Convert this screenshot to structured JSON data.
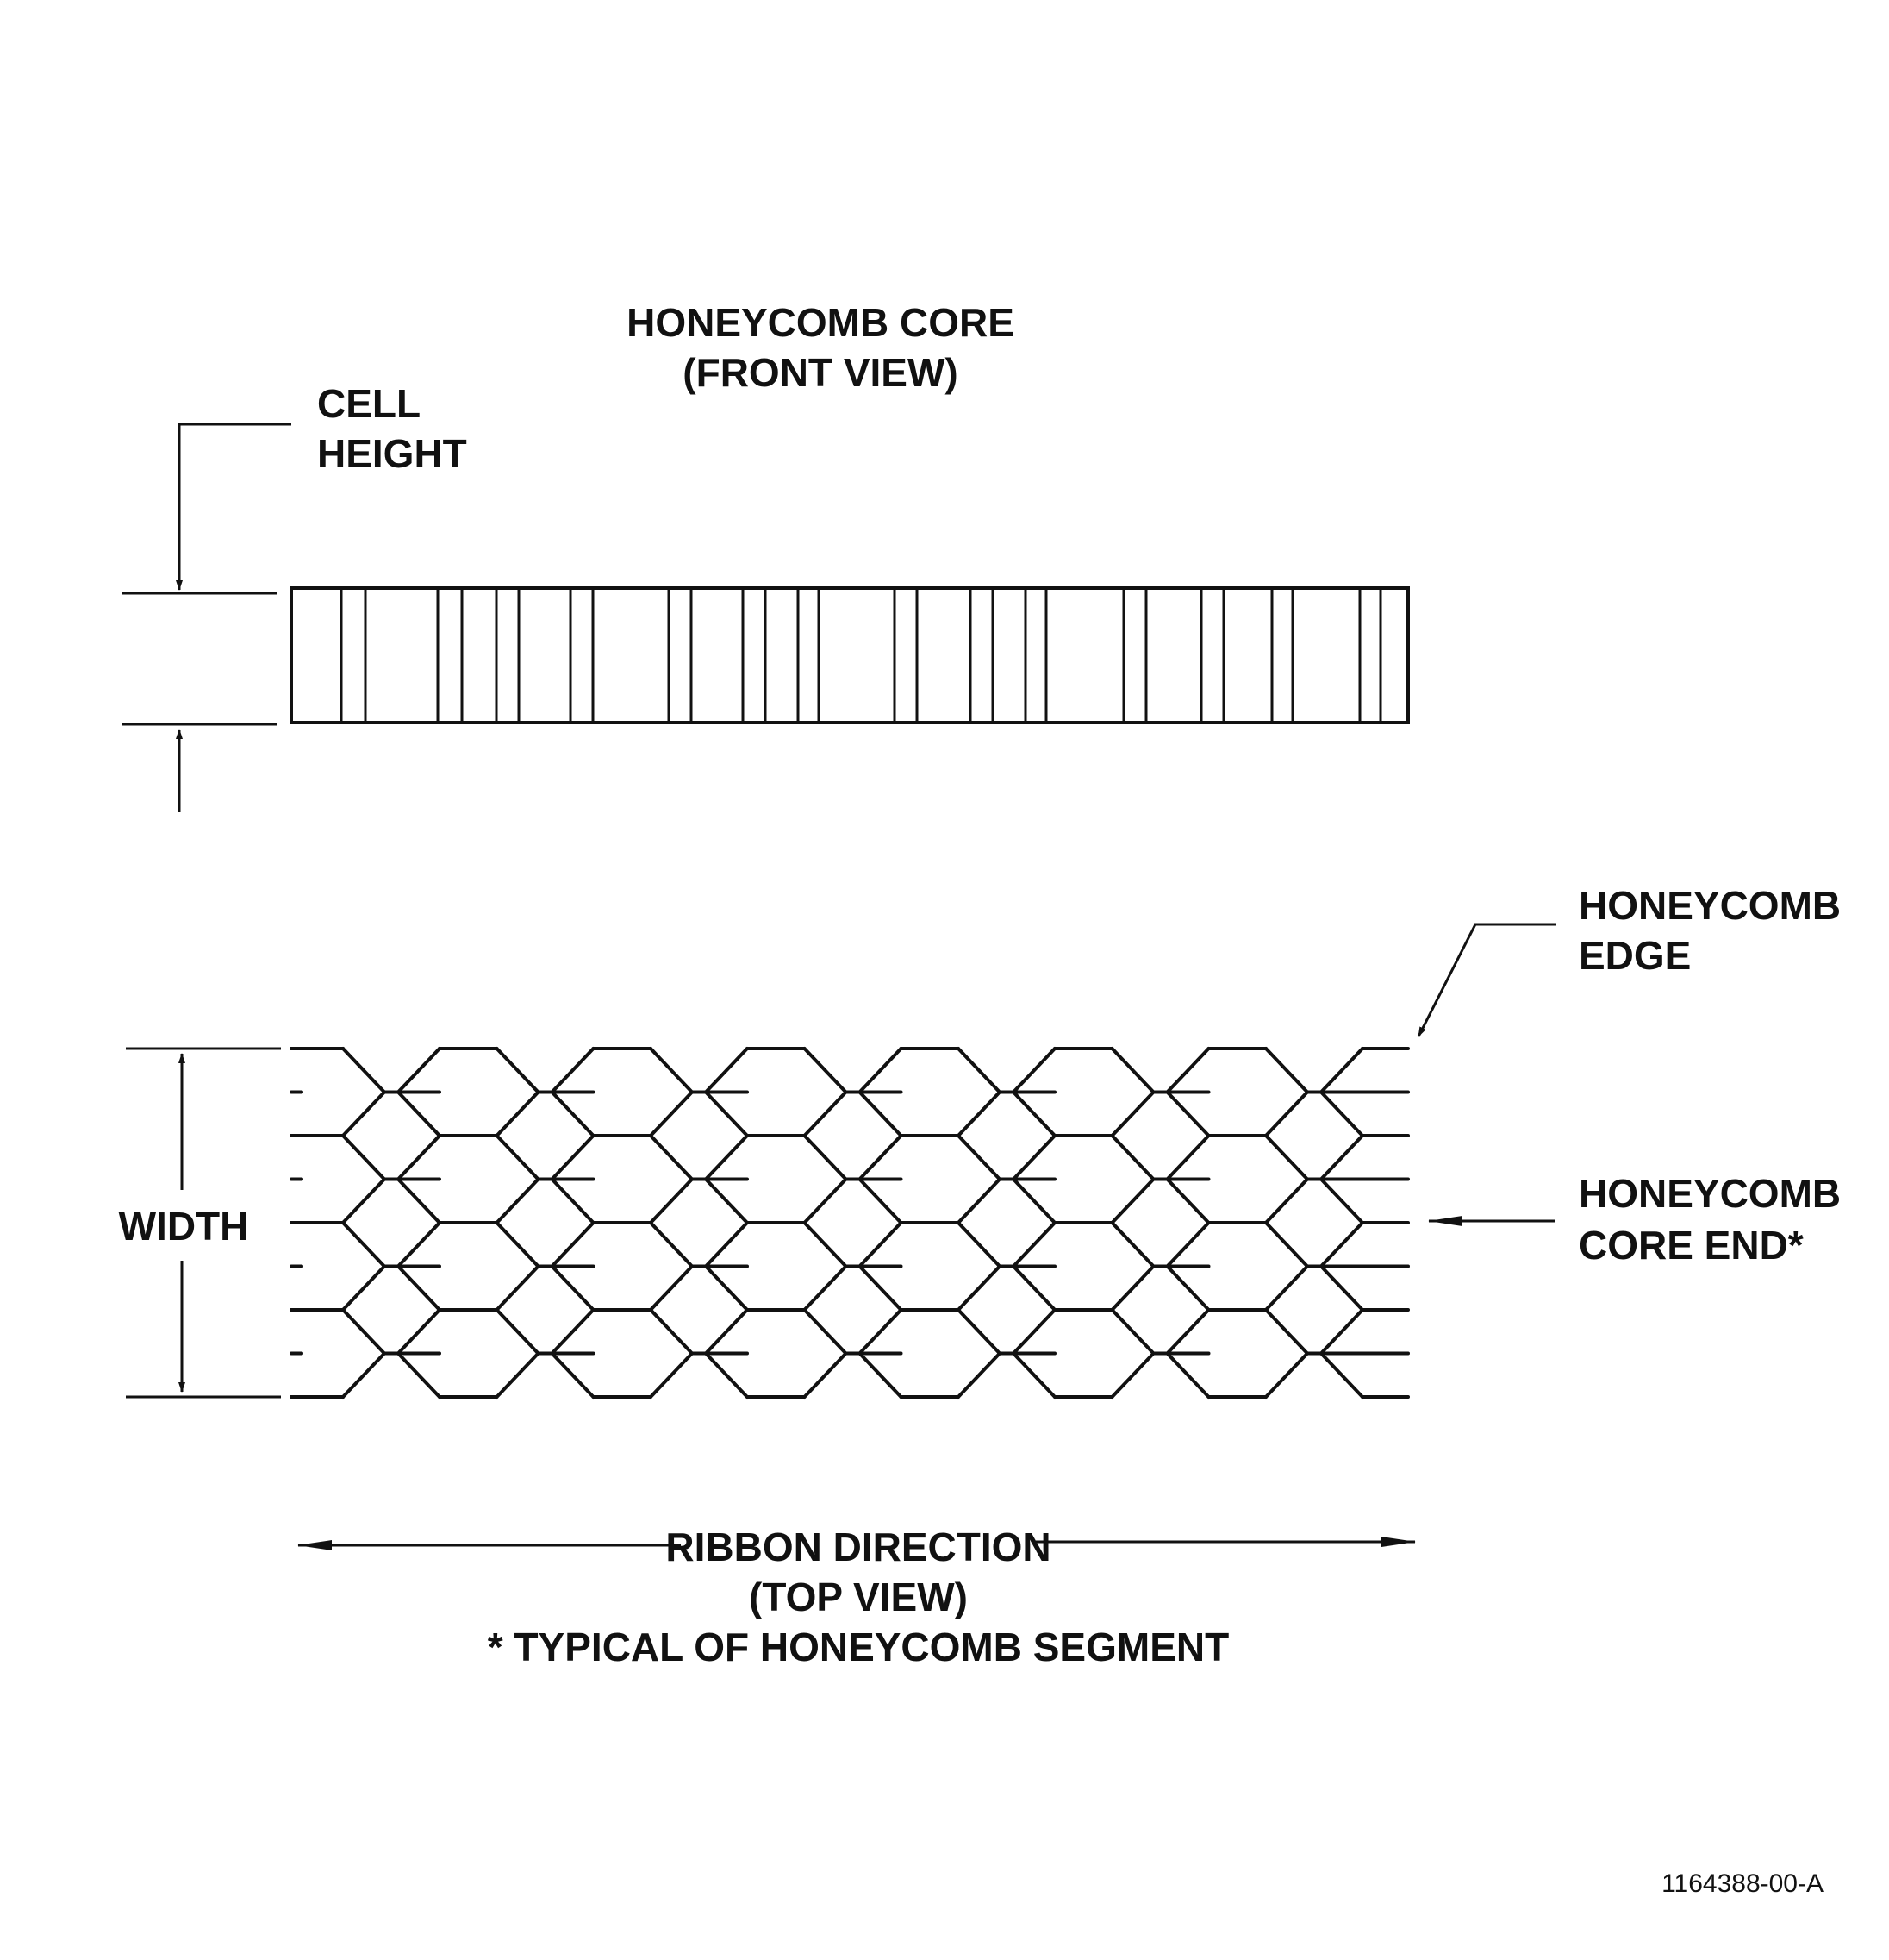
{
  "front_view": {
    "title": "HONEYCOMB CORE",
    "subtitle": "(FRONT VIEW)"
  },
  "labels": {
    "cell_height_1": "CELL",
    "cell_height_2": "HEIGHT",
    "edge_1": "HONEYCOMB",
    "edge_2": "EDGE",
    "core_end_1": "HONEYCOMB",
    "core_end_2": "CORE END*",
    "width": "WIDTH"
  },
  "top_view": {
    "ribbon": "RIBBON DIRECTION",
    "subtitle": "(TOP VIEW)",
    "note": "* TYPICAL OF HONEYCOMB SEGMENT"
  },
  "drawing_number": "1164388-00-A",
  "colors": {
    "ink": "#111111",
    "paper": "#ffffff"
  }
}
